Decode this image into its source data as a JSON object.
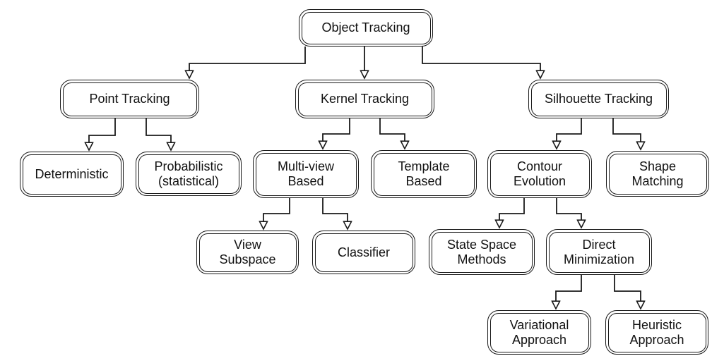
{
  "diagram": {
    "type": "taxonomy-flowchart",
    "root": "object_tracking",
    "colors": {
      "background": "#ffffff",
      "line": "#1a1a1a",
      "node_fill": "#ffffff",
      "text": "#111111"
    },
    "nodes": {
      "object_tracking": {
        "label": "Object Tracking"
      },
      "point_tracking": {
        "label": "Point Tracking"
      },
      "kernel_tracking": {
        "label": "Kernel Tracking"
      },
      "silhouette_tracking": {
        "label": "Silhouette Tracking"
      },
      "deterministic": {
        "label": "Deterministic"
      },
      "probabilistic": {
        "label": "Probabilistic\n(statistical)"
      },
      "multi_view_based": {
        "label": "Multi-view\nBased"
      },
      "template_based": {
        "label": "Template\nBased"
      },
      "contour_evolution": {
        "label": "Contour\nEvolution"
      },
      "shape_matching": {
        "label": "Shape\nMatching"
      },
      "view_subspace": {
        "label": "View\nSubspace"
      },
      "classifier": {
        "label": "Classifier"
      },
      "state_space_methods": {
        "label": "State Space\nMethods"
      },
      "direct_minimization": {
        "label": "Direct\nMinimization"
      },
      "variational_approach": {
        "label": "Variational\nApproach"
      },
      "heuristic_approach": {
        "label": "Heuristic\nApproach"
      }
    },
    "edges": [
      {
        "from": "object_tracking",
        "to": "point_tracking"
      },
      {
        "from": "object_tracking",
        "to": "kernel_tracking"
      },
      {
        "from": "object_tracking",
        "to": "silhouette_tracking"
      },
      {
        "from": "point_tracking",
        "to": "deterministic"
      },
      {
        "from": "point_tracking",
        "to": "probabilistic"
      },
      {
        "from": "kernel_tracking",
        "to": "multi_view_based"
      },
      {
        "from": "kernel_tracking",
        "to": "template_based"
      },
      {
        "from": "silhouette_tracking",
        "to": "contour_evolution"
      },
      {
        "from": "silhouette_tracking",
        "to": "shape_matching"
      },
      {
        "from": "multi_view_based",
        "to": "view_subspace"
      },
      {
        "from": "multi_view_based",
        "to": "classifier"
      },
      {
        "from": "contour_evolution",
        "to": "state_space_methods"
      },
      {
        "from": "contour_evolution",
        "to": "direct_minimization"
      },
      {
        "from": "direct_minimization",
        "to": "variational_approach"
      },
      {
        "from": "direct_minimization",
        "to": "heuristic_approach"
      }
    ]
  }
}
